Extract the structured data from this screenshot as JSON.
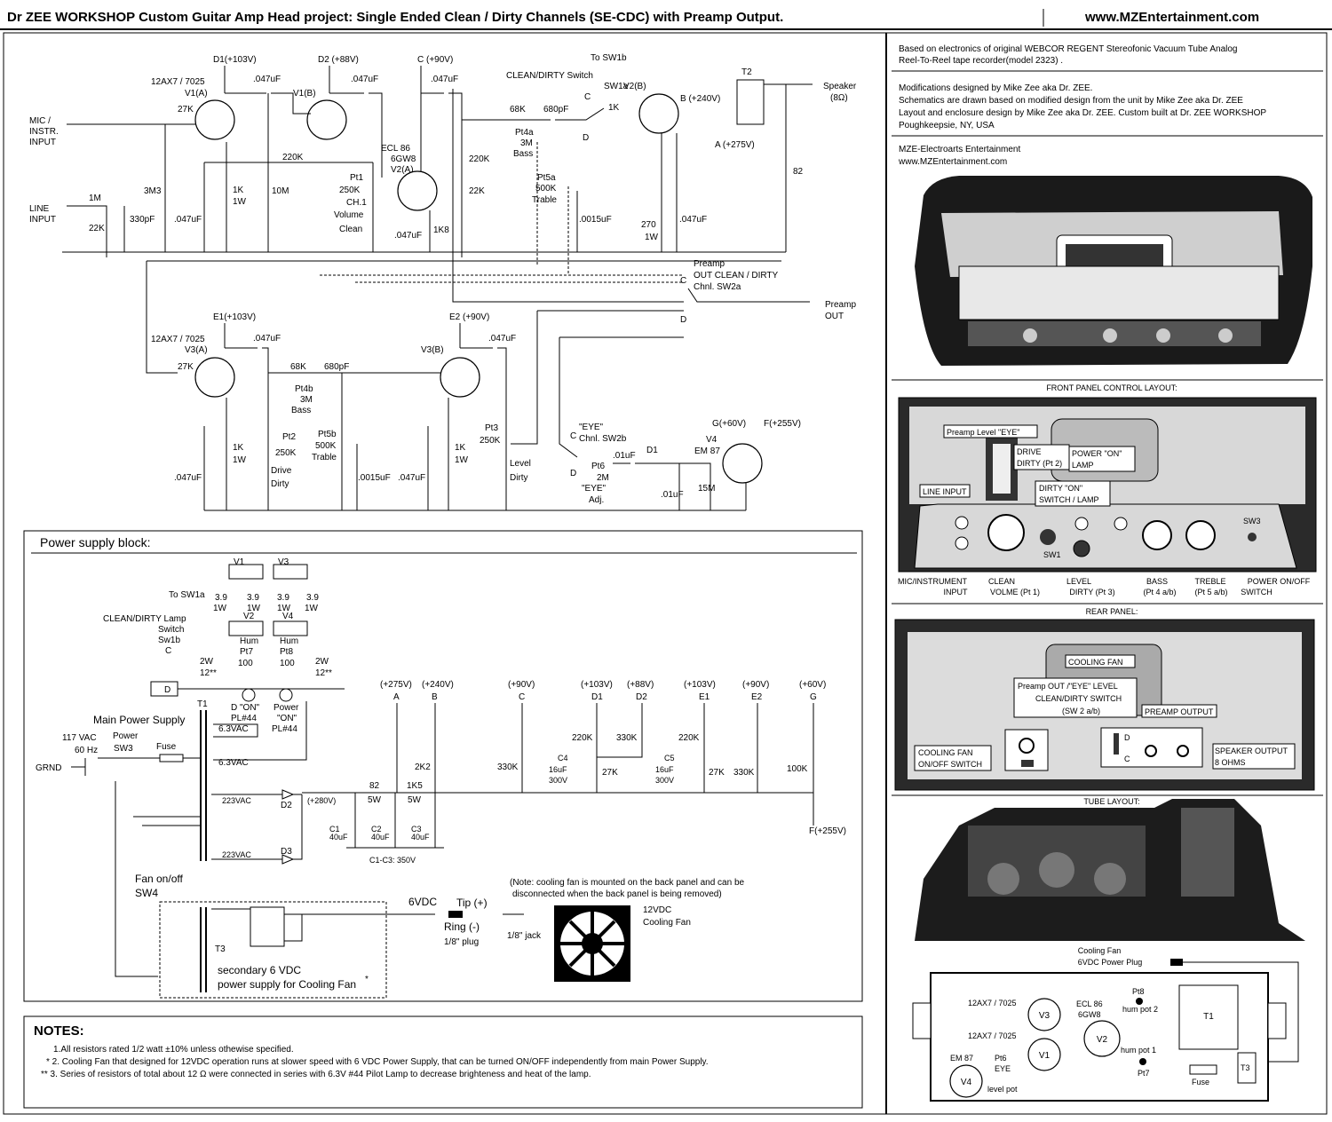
{
  "header": {
    "title": "Dr ZEE WORKSHOP Custom Guitar Amp Head project:   Single Ended Clean / Dirty Channels (SE-CDC) with Preamp Output.",
    "website": "www.MZEntertainment.com"
  },
  "info": {
    "based_on_1": "Based on electronics of original WEBCOR REGENT Stereofonic Vacuum Tube Analog",
    "based_on_2": "Reel-To-Reel tape recorder(model 2323) .",
    "mods_1": "Modifications designed by Mike Zee aka Dr. ZEE.",
    "mods_2": "Schematics are drawn based on modified design from the unit by Mike Zee aka Dr. ZEE",
    "mods_3": "Layout and enclosure design by Mike Zee aka Dr. ZEE. Custom built at Dr. ZEE WORKSHOP",
    "mods_4": "Poughkeepsie, NY, USA",
    "company": "MZE-Electroarts Entertainment",
    "company_web": "www.MZEntertainment.com"
  },
  "front_panel": {
    "title": "FRONT PANEL CONTROL LAYOUT:",
    "callouts": {
      "preamp_eye": "Preamp Level \"EYE\"",
      "drive_1": "DRIVE",
      "drive_2": "DIRTY (Pt 2)",
      "power_on_1": "POWER \"ON\"",
      "power_on_2": "LAMP",
      "line_input": "LINE INPUT",
      "dirty_on_1": "DIRTY \"ON\"",
      "dirty_on_2": "SWITCH / LAMP",
      "sw1": "SW1",
      "sw3": "SW3"
    },
    "bottom_labels": [
      {
        "l1": "MIC/INSTRUMENT",
        "l2": "INPUT"
      },
      {
        "l1": "CLEAN",
        "l2": "VOLME (Pt 1)"
      },
      {
        "l1": "LEVEL",
        "l2": "DIRTY (Pt 3)"
      },
      {
        "l1": "BASS",
        "l2": "(Pt 4 a/b)"
      },
      {
        "l1": "TREBLE",
        "l2": "(Pt 5 a/b)"
      },
      {
        "l1": "POWER ON/OFF",
        "l2": "SWITCH"
      }
    ]
  },
  "rear_panel": {
    "title": "REAR PANEL:",
    "cooling_fan": "COOLING FAN",
    "preamp_out_eye": "Preamp OUT /\"EYE\" LEVEL",
    "clean_dirty_switch": "CLEAN/DIRTY SWITCH",
    "sw2ab": "(SW 2 a/b)",
    "preamp_output": "PREAMP OUTPUT",
    "cooling_fan_sw_1": "COOLING FAN",
    "cooling_fan_sw_2": "ON/OFF SWITCH",
    "speaker_out_1": "SPEAKER OUTPUT",
    "speaker_out_2": "8 OHMS",
    "d": "D",
    "c": "C"
  },
  "tube_layout": {
    "title": "TUBE LAYOUT:",
    "fan_plug_1": "Cooling Fan",
    "fan_plug_2": "6VDC Power Plug",
    "v3_type": "12AX7 / 7025",
    "v1_type": "12AX7 / 7025",
    "v2_type_1": "ECL 86",
    "v2_type_2": "6GW8",
    "v4_type": "EM 87",
    "pt6_1": "Pt6",
    "pt6_2": "EYE",
    "pt6_3": "level pot",
    "pt8_1": "Pt8",
    "pt8_2": "hum pot 2",
    "pt7_1": "hum pot 1",
    "pt7_2": "Pt7",
    "v1": "V1",
    "v2": "V2",
    "v3": "V3",
    "v4": "V4",
    "t1": "T1",
    "t3": "T3",
    "fuse": "Fuse"
  },
  "schematic": {
    "d1": "D1(+103V)",
    "d2": "D2 (+88V)",
    "c_90": "C  (+90V)",
    "to_sw1b": "To SW1b",
    "v1_type": "12AX7 / 7025",
    "v1a": "V1(A)",
    "v1b": "V1(B)",
    "cap047": ".047uF",
    "mic_1": "MIC /",
    "mic_2": "INSTR.",
    "mic_3": "INPUT",
    "line_1": "LINE",
    "line_2": "INPUT",
    "r27k": "27K",
    "r220k": "220K",
    "r3m3": "3M3",
    "r1k": "1K",
    "r1w": "1W",
    "r10m": "10M",
    "r1m": "1M",
    "r22k": "22K",
    "c330": "330pF",
    "pt1_1": "Pt1",
    "pt1_2": "250K",
    "pt1_3": "CH.1",
    "pt1_4": "Volume",
    "pt1_5": "Clean",
    "ecl86": "ECL 86",
    "gw8": "6GW8",
    "v2a": "V2(A)",
    "r1k8": "1K8",
    "cd_switch": "CLEAN/DIRTY Switch",
    "sw1a": "SW1a",
    "r68k": "68K",
    "c680": "680pF",
    "pt4a_1": "Pt4a",
    "pt4a_2": "3M",
    "pt4a_3": "Bass",
    "pt5a_1": "Pt5a",
    "pt5a_2": "500K",
    "pt5a_3": "Trable",
    "c0015": ".0015uF",
    "v2b": "V2(B)",
    "b240": "B  (+240V)",
    "a275": "A  (+275V)",
    "t2": "T2",
    "speaker_1": "Speaker",
    "speaker_2": "(8Ω)",
    "r82": "82",
    "r270": "270",
    "r1kk": "1K",
    "preamp_sw_1": "Preamp",
    "preamp_sw_2": "OUT CLEAN / DIRTY",
    "preamp_sw_3": "Chnl. SW2a",
    "preamp_out_1": "Preamp",
    "preamp_out_2": "OUT",
    "e1": "E1(+103V)",
    "e2": "E2 (+90V)",
    "v3a": "V3(A)",
    "v3b": "V3(B)",
    "pt4b_1": "Pt4b",
    "pt4b_2": "3M",
    "pt4b_3": "Bass",
    "pt5b_1": "Pt5b",
    "pt5b_2": "500K",
    "pt5b_3": "Trable",
    "pt2_1": "Pt2",
    "pt2_2": "250K",
    "pt2_3": "Drive",
    "pt2_4": "Dirty",
    "pt3_1": "Pt3",
    "pt3_2": "250K",
    "pt3_3": "Level",
    "pt3_4": "Dirty",
    "eye_sw_1": "\"EYE\"",
    "eye_sw_2": "Chnl. SW2b",
    "pt6_1": "Pt6",
    "pt6_2": "2M",
    "pt6_3": "\"EYE\"",
    "pt6_4": "Adj.",
    "c01": ".01uF",
    "d1d": "D1",
    "r15m": "15M",
    "v4": "V4",
    "em87": "EM 87",
    "g60": "G(+60V)",
    "f255": "F(+255V)",
    "c": "C",
    "d": "D"
  },
  "power_supply": {
    "title": "Power supply block:",
    "to_sw1a": "To SW1a",
    "lamp_sw_1": "CLEAN/DIRTY Lamp",
    "lamp_sw_2": "Switch",
    "lamp_sw_3": "Sw1b",
    "r39": "3.9",
    "r1w": "1W",
    "r2w": "2W",
    "r12": "12**",
    "hum": "Hum",
    "pt7": "Pt7",
    "pt8": "Pt8",
    "r100": "100",
    "d_on_1": "D \"ON\"",
    "d_on_2": "PL#44",
    "pw_on_1": "Power",
    "pw_on_2": "\"ON\"",
    "pw_on_3": "PL#44",
    "v63": "6.3VAC",
    "t1": "T1",
    "main_ps": "Main Power Supply",
    "vac117": "117 VAC",
    "hz60": "60 Hz",
    "power_sw_1": "Power",
    "power_sw_2": "SW3",
    "fuse": "Fuse",
    "grnd": "GRND",
    "v223": "223VAC",
    "d2": "D2",
    "d3": "D3",
    "v280": "(+280V)",
    "r82_1": "82",
    "r82_2": "5W",
    "r1k5_1": "1K5",
    "r1k5_2": "5W",
    "c1_1": "C1",
    "c1_2": "40uF",
    "c2_1": "C2",
    "c2_2": "40uF",
    "c3_1": "C3",
    "c3_2": "40uF",
    "c_rating": "C1-C3: 350V",
    "taps": [
      {
        "v": "(+275V)",
        "n": "A"
      },
      {
        "v": "(+240V)",
        "n": "B"
      },
      {
        "v": "(+90V)",
        "n": "C"
      },
      {
        "v": "(+103V)",
        "n": "D1"
      },
      {
        "v": "(+88V)",
        "n": "D2"
      },
      {
        "v": "(+103V)",
        "n": "E1"
      },
      {
        "v": "(+90V)",
        "n": "E2"
      },
      {
        "v": "(+60V)",
        "n": "G"
      }
    ],
    "r2k2": "2K2",
    "r330k": "330K",
    "r220k": "220K",
    "r27k": "27K",
    "r100k": "100K",
    "c4_1": "C4",
    "c4_2": "16uF",
    "c4_3": "300V",
    "c5_1": "C5",
    "c5_2": "16uF",
    "c5_3": "300V",
    "f255": "F(+255V)",
    "fan_sw_1": "Fan on/off",
    "fan_sw_2": "SW4",
    "t3": "T3",
    "sec_1": "secondary 6 VDC",
    "sec_2": "power supply for Cooling Fan",
    "star": "*",
    "vdc6": "6VDC",
    "tip": "Tip (+)",
    "ring": "Ring (-)",
    "plug": "1/8\" plug",
    "jack": "1/8\" jack",
    "note_1": "(Note: cooling fan is mounted on the back panel and can be",
    "note_2": "disconnected when the back panel is being removed)",
    "fan_1": "12VDC",
    "fan_2": "Cooling Fan"
  },
  "notes": {
    "title": "NOTES:",
    "items": [
      "1.All resistors rated 1/2 watt  ±10% unless othewise specified.",
      "* 2. Cooling Fan that designed for 12VDC operation runs at slower speed with 6 VDC Power Supply, that can be turned ON/OFF independently from main Power Supply.",
      "** 3. Series of resistors of total about 12 Ω were connected in series with 6.3V #44 Pilot Lamp to decrease brighteness and heat of the lamp."
    ]
  }
}
